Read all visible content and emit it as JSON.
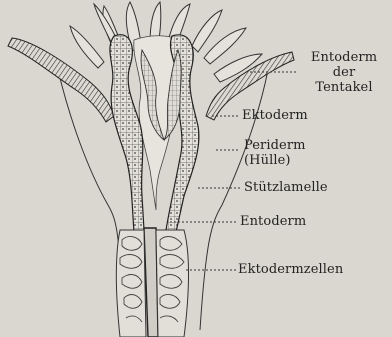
{
  "figure": {
    "labels": {
      "entoderm_tentakel": [
        "Entoderm",
        "der",
        "Tentakel"
      ],
      "ektoderm": "Ektoderm",
      "periderm": [
        "Periderm",
        "(Hülle)"
      ],
      "stuetzlamelle": "Stützlamelle",
      "entoderm": "Entoderm",
      "ektodermzellen": "Ektodermzellen"
    },
    "colors": {
      "background": "#d9d7cf",
      "ink": "#222222"
    }
  }
}
